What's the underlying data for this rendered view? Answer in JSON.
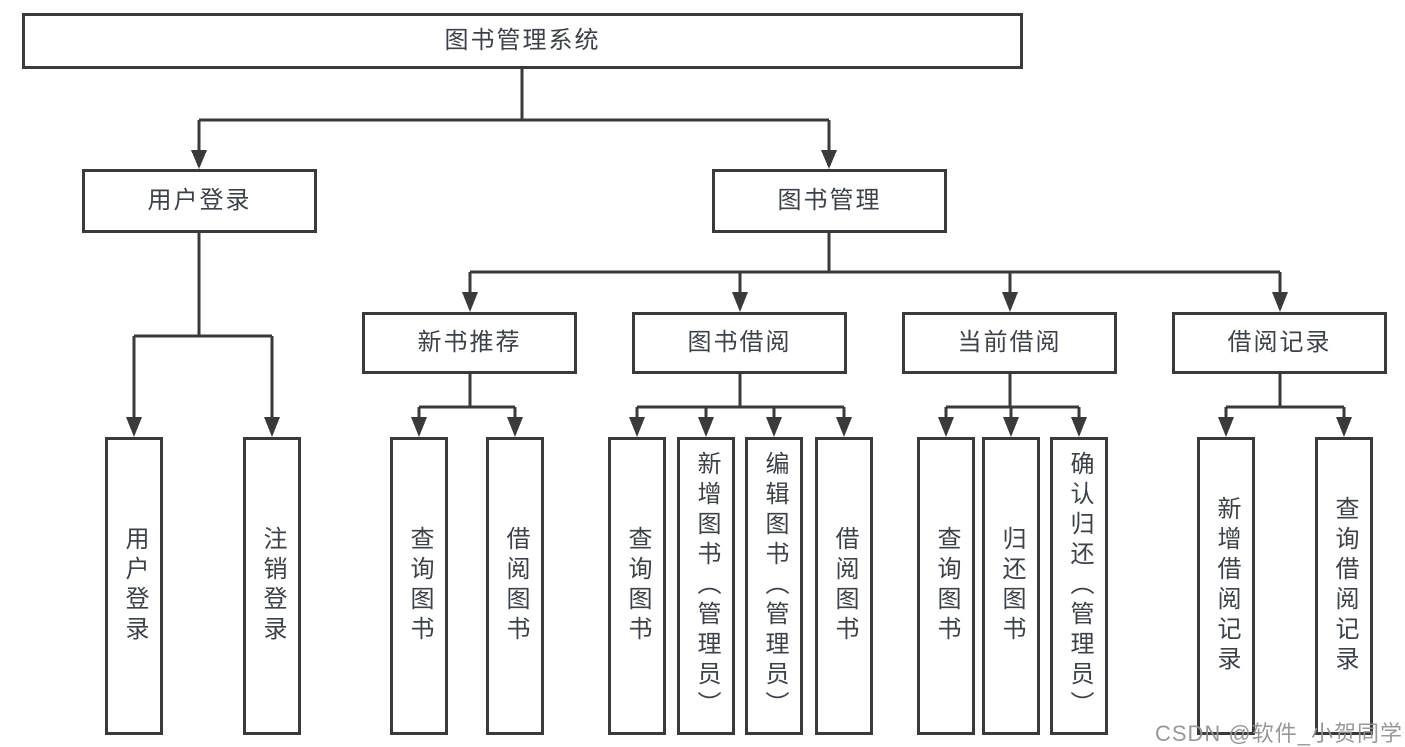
{
  "diagram_type": "hierarchy-structure-chart",
  "colors": {
    "line": "#3a3a3a",
    "box_border": "#3a3a3a",
    "text": "#3d4148",
    "background": "#ffffff",
    "watermark": "#929294"
  },
  "tree": {
    "label": "图书管理系统",
    "children": [
      {
        "label": "用户登录",
        "children": [
          {
            "label": "用户登录"
          },
          {
            "label": "注销登录"
          }
        ]
      },
      {
        "label": "图书管理",
        "children": [
          {
            "label": "新书推荐",
            "children": [
              {
                "label": "查询图书"
              },
              {
                "label": "借阅图书"
              }
            ]
          },
          {
            "label": "图书借阅",
            "children": [
              {
                "label": "查询图书"
              },
              {
                "label": "新增图书（管理员）"
              },
              {
                "label": "编辑图书（管理员）"
              },
              {
                "label": "借阅图书"
              }
            ]
          },
          {
            "label": "当前借阅",
            "children": [
              {
                "label": "查询图书"
              },
              {
                "label": "归还图书"
              },
              {
                "label": "确认归还（管理员）"
              }
            ]
          },
          {
            "label": "借阅记录",
            "children": [
              {
                "label": "新增借阅记录"
              },
              {
                "label": "查询借阅记录"
              }
            ]
          }
        ]
      }
    ]
  },
  "watermark": "CSDN @软件_小贺同学"
}
